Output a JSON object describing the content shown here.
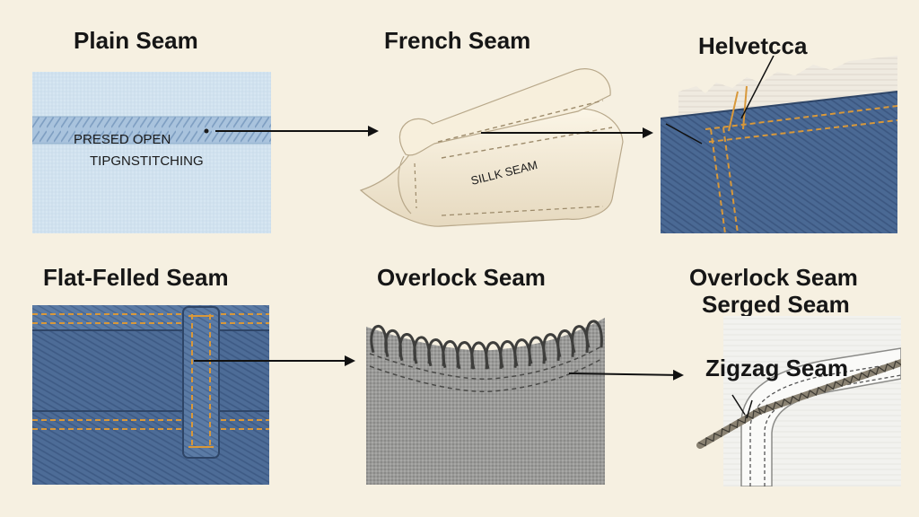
{
  "titles": {
    "plain": "Plain Seam",
    "french": "French Seam",
    "helvetica": "Helvetcca",
    "flat_felled": "Flat-Felled Seam",
    "overlock": "Overlock Seam",
    "overlock_serged_1": "Overlock Seam",
    "overlock_serged_2": "Serged Seam",
    "zigzag": "Zigzag Seam"
  },
  "labels": {
    "plain_line1": "PRESED OPEN",
    "plain_line2": "TIPGNSTITCHING",
    "french_label": "SILLK SEAM"
  },
  "colors": {
    "background": "#f6f0e1",
    "denim": "#45658e",
    "thread": "#d8983a",
    "knit": "#9a9a98",
    "silk": "#f1e7d2",
    "plain_fabric": "#d6e6f2"
  }
}
